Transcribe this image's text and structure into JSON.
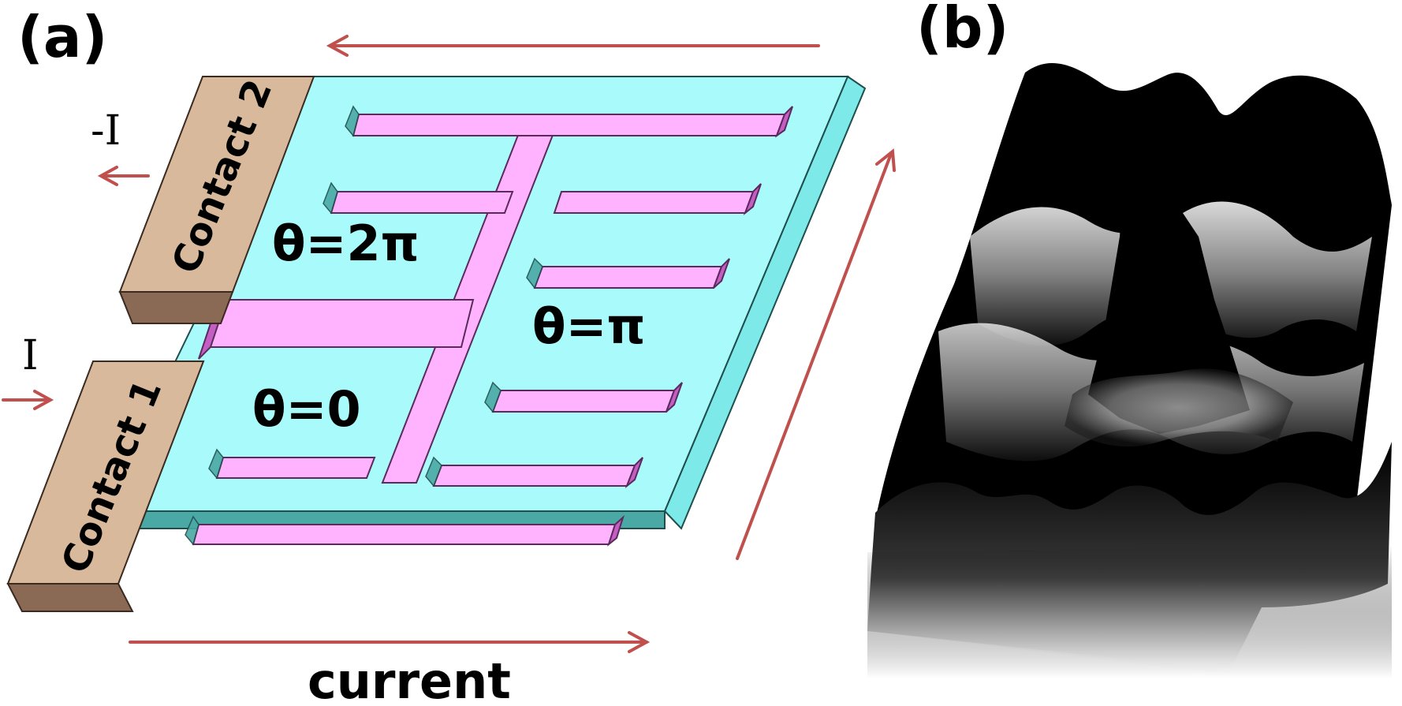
{
  "panels": {
    "a": {
      "label": "(a)"
    },
    "b": {
      "label": "(b)"
    }
  },
  "contacts": {
    "contact1": "Contact  1",
    "contact2": "Contact  2"
  },
  "currents": {
    "in": "I",
    "out": "-I",
    "axis": "current"
  },
  "phases": {
    "theta_0": "θ=0",
    "theta_pi": "θ=π",
    "theta_2pi": "θ=2π"
  },
  "colors": {
    "film_top": "#a9fbfb",
    "film_side": "#4aa8a5",
    "film_edge": "#7ee9e9",
    "electrode_top": "#ffb3ff",
    "electrode_side": "#c45dc4",
    "contact_top": "#d8b99b",
    "contact_side": "#8a6a55",
    "arrow": "#c0504d"
  },
  "icons": {
    "arrow": "right-arrow-icon",
    "surface": "3d-surface-plot"
  }
}
